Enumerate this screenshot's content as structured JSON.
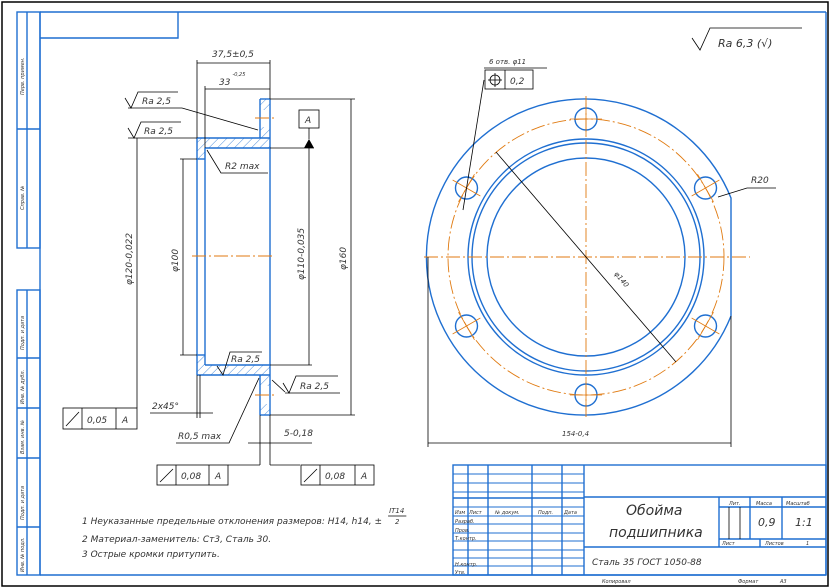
{
  "side_stamps": {
    "perv_primen": "Перв. примен.",
    "sprav_no": "Справ. №",
    "podp_data_1": "Подп. и дата",
    "inv_dubl": "Инв. № дубл.",
    "vzam_inv": "Взам. инв. №",
    "podp_data_2": "Подп. и дата",
    "inv_podl": "Инв. № подл."
  },
  "roughness_general": "Ra 6,3 (√)",
  "section_view": {
    "dim_overall_length": "37,5±0,5",
    "dim_length_33": "33",
    "dim_length_33_tol": "-0,25",
    "ra_top": "Ra 2,5",
    "ra_mid": "Ra 2,5",
    "ra_bottom_inner": "Ra 2,5",
    "ra_bottom_right": "Ra 2,5",
    "datum_label": "A",
    "radius_r2": "R2 max",
    "radius_r05": "R0,5 max",
    "chamfer": "2x45°",
    "dim_d120": "φ120-0,022",
    "dim_d100": "φ100",
    "dim_d110": "φ110-0,035",
    "dim_d160": "φ160",
    "dim_thickness": "5-0,18",
    "runout_1": {
      "value": "0,05",
      "datum": "A"
    },
    "runout_2": {
      "value": "0,08",
      "datum": "A"
    },
    "runout_3": {
      "value": "0,08",
      "datum": "A"
    }
  },
  "front_view": {
    "holes_note": "6 отв. φ11",
    "position_tol": "0,2",
    "radius_r20": "R20",
    "dim_bolt_circle": "φ140",
    "dim_width": "154-0,4"
  },
  "notes": [
    "1 Неуказанные предельные отклонения размеров: H14, h14, ±",
    "2 Материал-заменитель: Ст3, Сталь 30.",
    "3 Острые кромки притупить."
  ],
  "notes_fraction": {
    "num": "IT14",
    "den": "2"
  },
  "title_block": {
    "title_line1": "Обойма",
    "title_line2": "подшипника",
    "material": "Сталь 35  ГОСТ 1050-88",
    "col_izm": "Изм",
    "col_list": "Лист",
    "col_doc": "№ докум.",
    "col_podp": "Подп.",
    "col_data": "Дата",
    "row_razrab": "Разраб.",
    "row_prov": "Пров.",
    "row_tkontr": "Т.контр.",
    "row_nkontr": "Н.контр.",
    "row_utv": "Утв.",
    "lit_label": "Лит.",
    "mass_label": "Масса",
    "scale_label": "Масштаб",
    "mass_value": "0,9",
    "scale_value": "1:1",
    "sheet_label": "Лист",
    "sheets_label": "Листов",
    "sheets_value": "1",
    "copied": "Копировал",
    "format_label": "Формат",
    "format_value": "А3"
  }
}
